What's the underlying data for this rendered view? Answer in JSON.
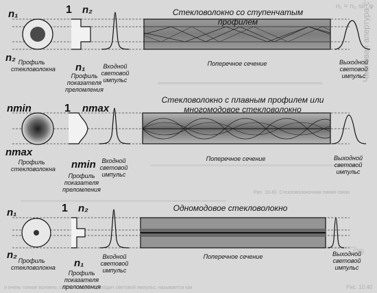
{
  "panels": [
    {
      "title": "Стекловолокно со ступенчатым профилем",
      "n_top": "n₁",
      "n_bottom": "n₂",
      "step_one": "1",
      "step_n": "n₂",
      "step_n_lower": "n₁",
      "profile_caption": "Профиль стекловолокна",
      "index_caption": "Профиль показателя преломления",
      "input_caption": "Входной световой импульс",
      "cross_caption": "Поперечное сечение",
      "output_caption": "Выходной световой импульс"
    },
    {
      "title": "Стекловолокно с плавным профилем или многомодовое стекловолокно",
      "n_top": "nmin",
      "n_bottom": "nmax",
      "step_one": "1",
      "step_n": "nmax",
      "step_n_lower": "nmin",
      "profile_caption": "Профиль стекловолокна",
      "index_caption": "Профиль показателя преломления",
      "input_caption": "Входной световой импульс",
      "cross_caption": "Поперечное сечение",
      "output_caption": "Выходной световой импульс"
    },
    {
      "title": "Одномодовое стекловолокно",
      "n_top": "n₁",
      "n_bottom": "n₂",
      "step_one": "1",
      "step_n": "n₂",
      "step_n_lower": "n₁",
      "profile_caption": "Профиль стекловолокна",
      "index_caption": "Профиль показателя преломления",
      "input_caption": "Входной световой импульс",
      "cross_caption": "Поперечное сечение",
      "output_caption": "Выходной световой импульс"
    }
  ],
  "bleed_through": {
    "top_right": "n₁ = n₀ sin φ",
    "side_text": "Числовая апертура стекловолокна",
    "ref": "(26)",
    "fig_label": "Рис. 10.40. Стекловолоконная линия связи",
    "bottom_line": "и очень тонкое волокно, сквозь которое проходит световой импульс, называется как",
    "bottom_ref": "Рис. 10.40"
  },
  "colors": {
    "core_dark": "#4a4a4a",
    "cladding": "#b8b8b8",
    "fiber_body": "#8a8a8a",
    "background": "#d9d9d9"
  }
}
